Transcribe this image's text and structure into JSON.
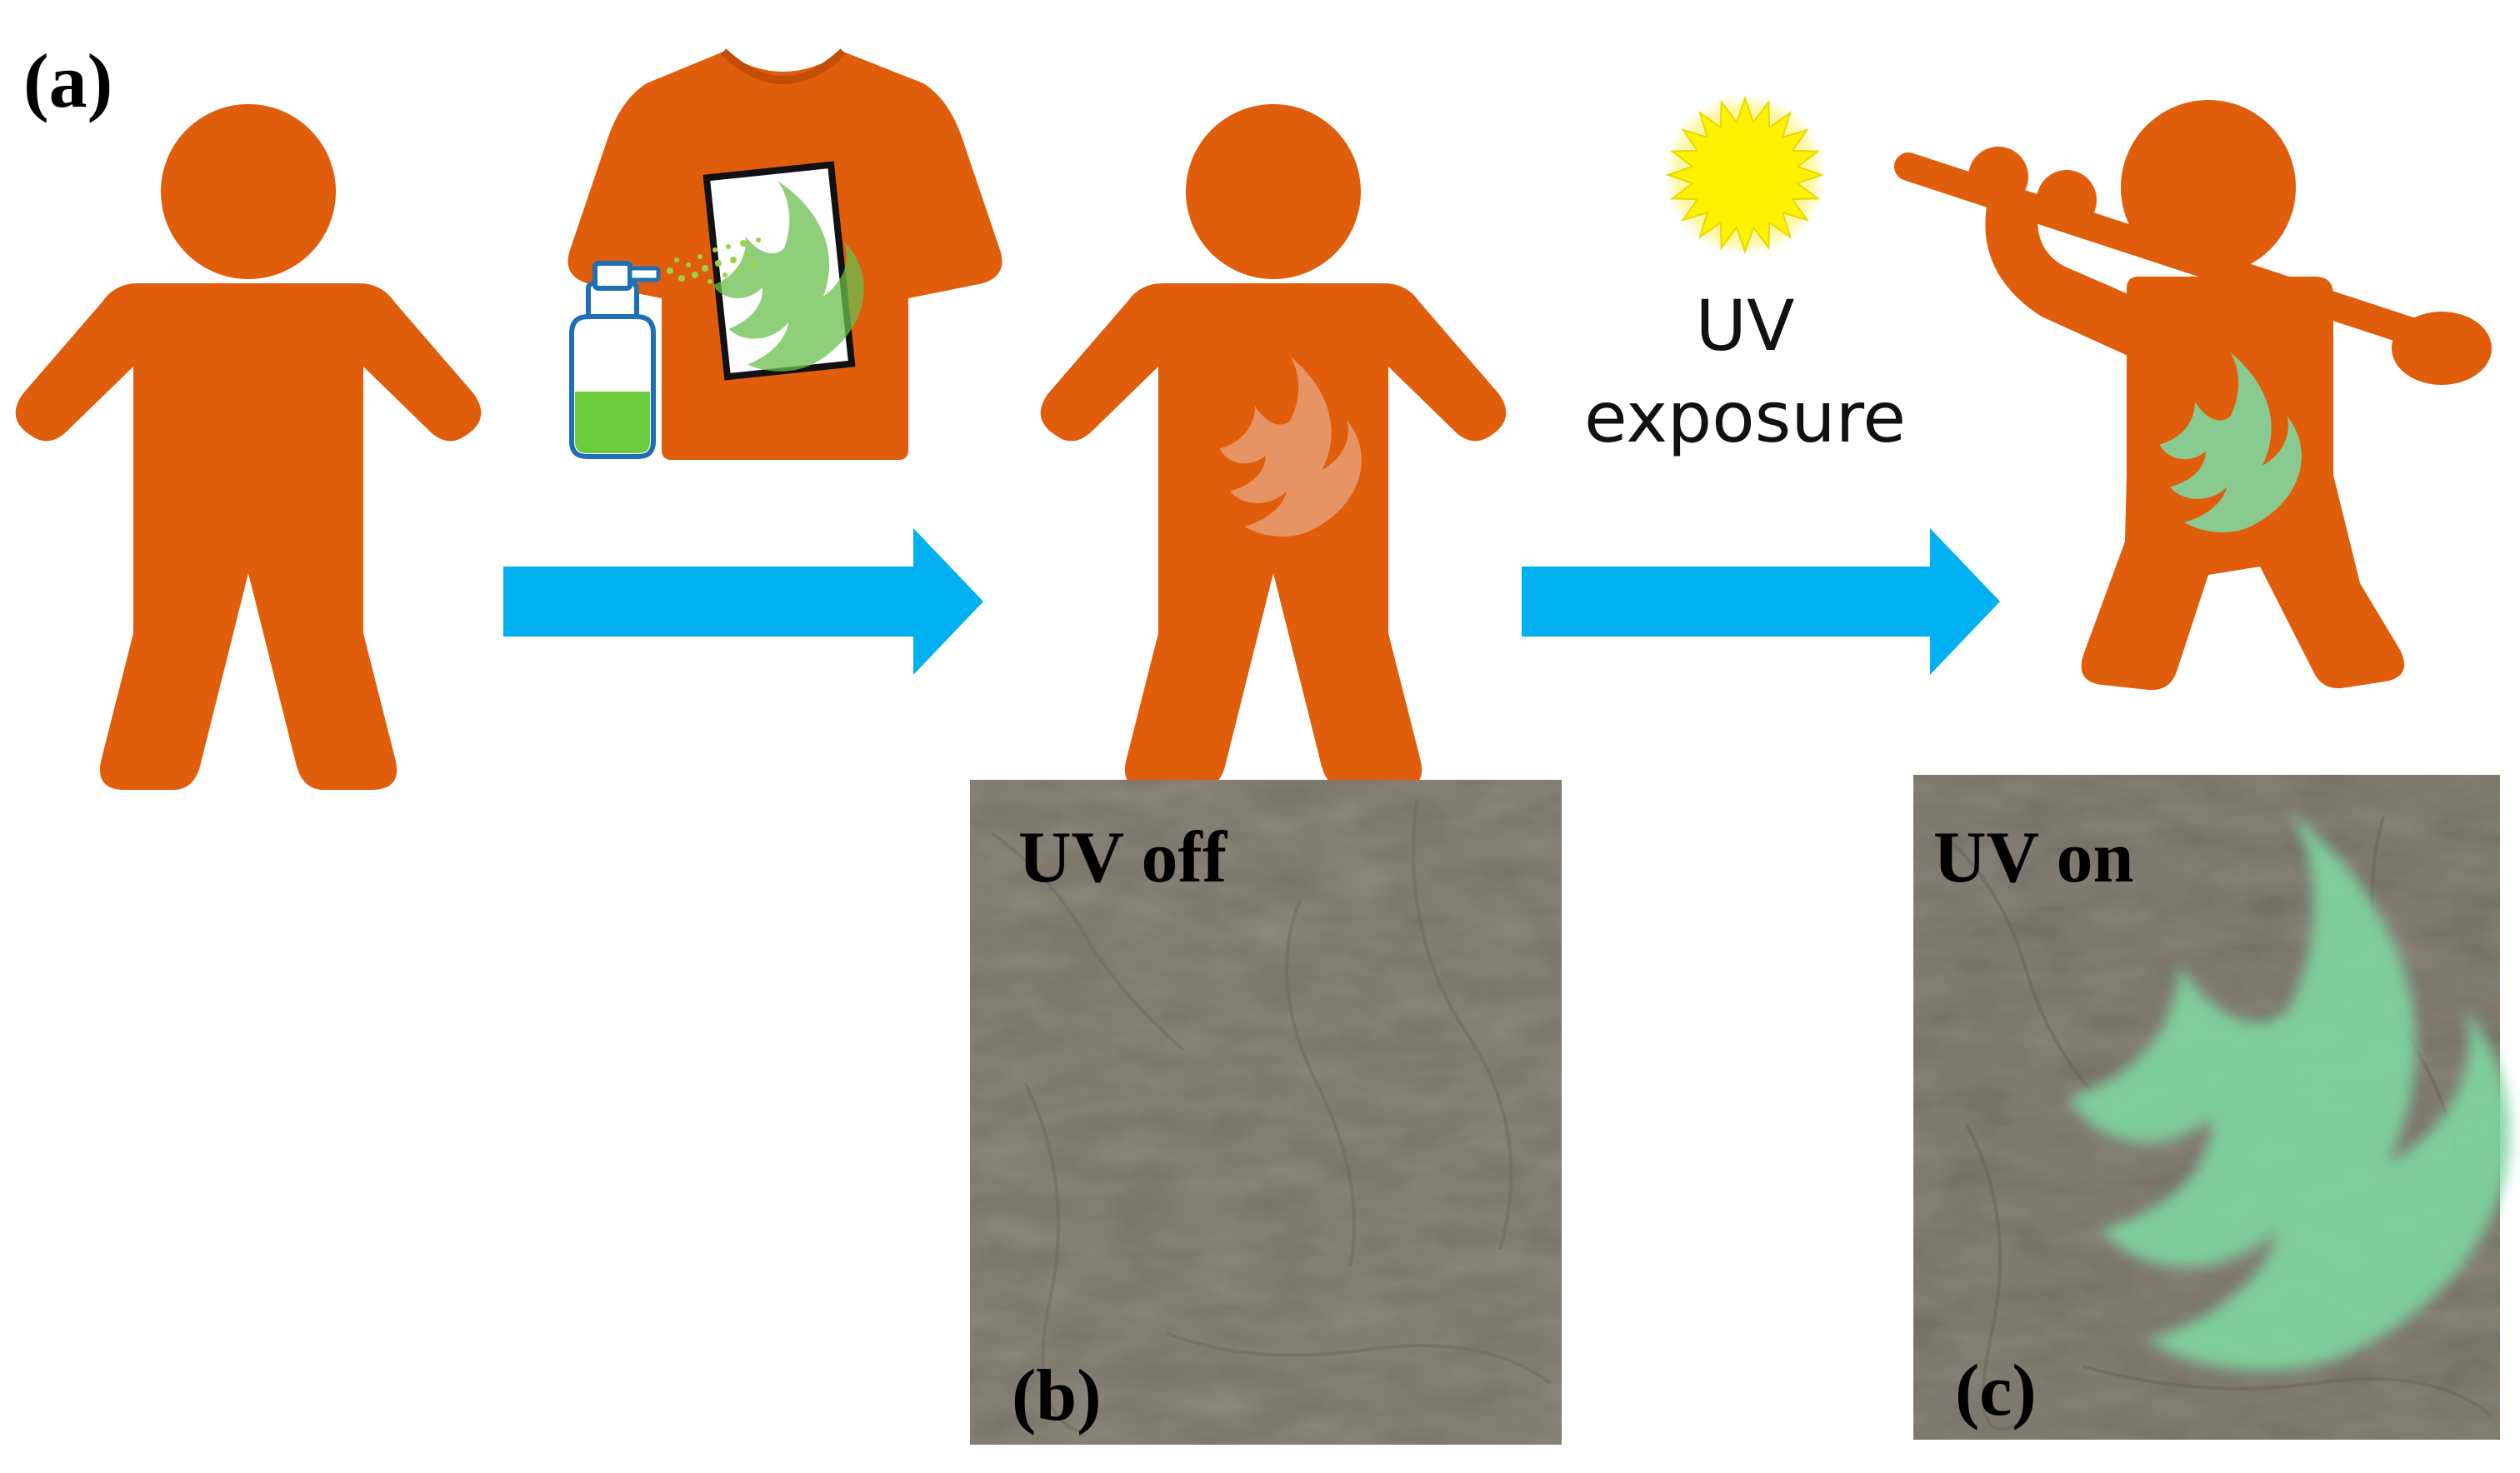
{
  "panel_labels": {
    "a": "(a)",
    "b": "(b)",
    "c": "(c)"
  },
  "uv_label": {
    "line1": "UV",
    "line2": "exposure"
  },
  "photos": {
    "off_label": "UV off",
    "on_label": "UV on"
  },
  "colors": {
    "figure_orange": "#E05D0B",
    "arrow_blue": "#00B0F0",
    "sun_yellow": "#FFF200",
    "fluorescent_green": "#7FD6A0",
    "fabric": "#8F887B",
    "spray_liquid": "#6CCC3C"
  },
  "icons": [
    "person-icon",
    "tshirt-icon",
    "spray-bottle-icon",
    "sun-icon",
    "golfer-icon",
    "flame-pattern-icon",
    "right-arrow-icon"
  ]
}
